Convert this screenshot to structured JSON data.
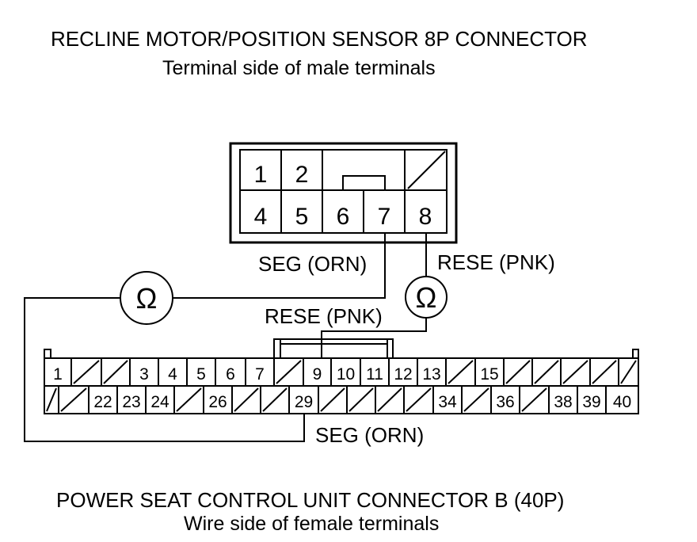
{
  "top_connector": {
    "title": "RECLINE MOTOR/POSITION SENSOR 8P CONNECTOR",
    "subtitle": "Terminal side of male terminals",
    "cavities": [
      {
        "label": "1"
      },
      {
        "label": "2"
      },
      {
        "label": ""
      },
      {
        "label": "",
        "unused": true
      },
      {
        "label": "4"
      },
      {
        "label": "5"
      },
      {
        "label": "6"
      },
      {
        "label": "7"
      },
      {
        "label": "8"
      }
    ]
  },
  "bottom_connector": {
    "title": "POWER SEAT CONTROL UNIT CONNECTOR B (40P)",
    "subtitle": "Wire side of female terminals",
    "row1": [
      "1",
      "",
      "",
      "3",
      "4",
      "5",
      "6",
      "7",
      "",
      "9",
      "10",
      "11",
      "12",
      "13",
      "",
      "15",
      "",
      "",
      "",
      "",
      ""
    ],
    "row2": [
      "",
      "",
      "22",
      "23",
      "24",
      "",
      "26",
      "",
      "",
      "29",
      "",
      "",
      "",
      "",
      "34",
      "",
      "36",
      "",
      "38",
      "39",
      "40"
    ]
  },
  "wires": {
    "seg_top": "SEG (ORN)",
    "rese_top": "RESE (PNK)",
    "rese_mid": "RESE (PNK)",
    "seg_bottom": "SEG (ORN)"
  },
  "meters": [
    {
      "symbol": "Ω"
    },
    {
      "symbol": "Ω"
    }
  ]
}
